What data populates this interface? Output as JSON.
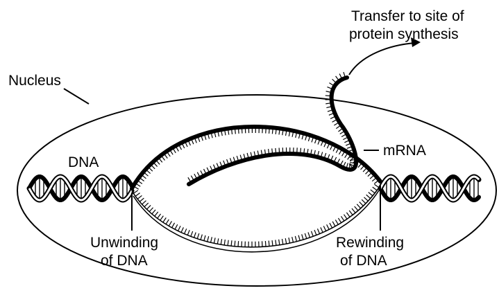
{
  "labels": {
    "transfer_line1": "Transfer to site of",
    "transfer_line2": "protein synthesis",
    "nucleus": "Nucleus",
    "dna": "DNA",
    "mrna": "mRNA",
    "unwinding_line1": "Unwinding",
    "unwinding_line2": "of DNA",
    "rewinding_line1": "Rewinding",
    "rewinding_line2": "of DNA"
  },
  "colors": {
    "ink": "#000000",
    "paper": "#ffffff"
  }
}
